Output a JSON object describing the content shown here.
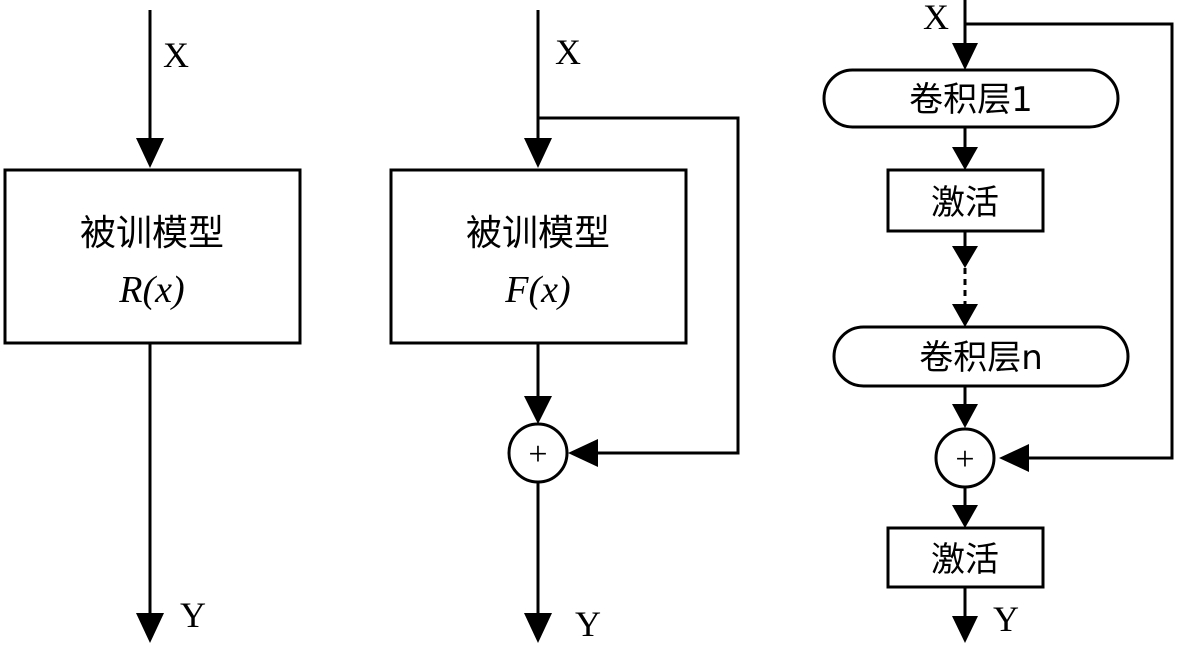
{
  "diagram1": {
    "input": "X",
    "box_title": "被训模型",
    "box_func": "R(x)",
    "output": "Y"
  },
  "diagram2": {
    "input": "X",
    "box_title": "被训模型",
    "box_func": "F(x)",
    "sum_symbol": "+",
    "output": "Y"
  },
  "diagram3": {
    "input": "X",
    "conv1": "卷积层1",
    "act1": "激活",
    "convn": "卷积层n",
    "sum_symbol": "+",
    "act2": "激活",
    "output": "Y"
  }
}
